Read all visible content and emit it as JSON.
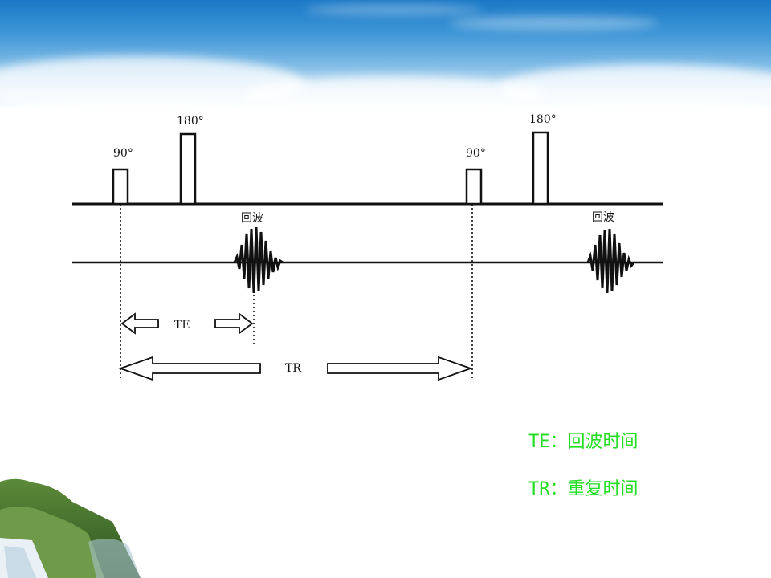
{
  "diagram": {
    "pulse_90_label": "90°",
    "pulse_180_label": "180°",
    "echo_label": "回波",
    "te_label": "TE",
    "tr_label": "TR"
  },
  "legend": [
    {
      "text": "TE：回波时间"
    },
    {
      "text": "TR：重复时间"
    }
  ],
  "colors": {
    "legend_text": "#22dd22",
    "diagram_line": "#111111",
    "sky_top": "#1a78c6"
  },
  "icons": [
    "cloud-sky-background",
    "waterfall-landscape-decoration"
  ]
}
